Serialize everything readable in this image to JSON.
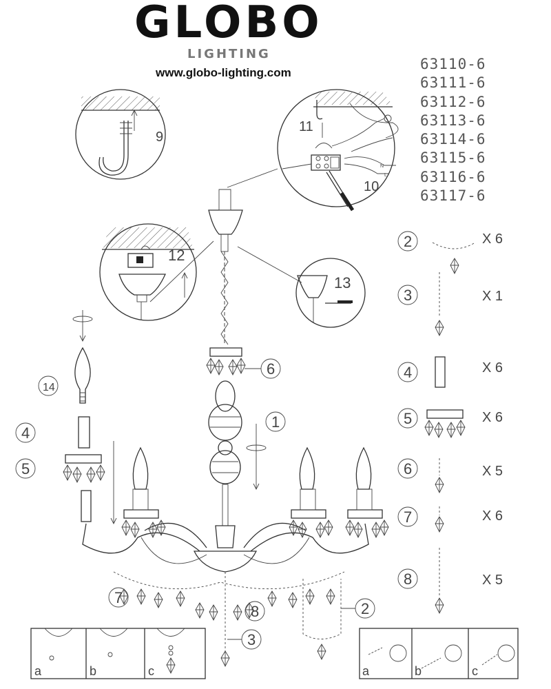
{
  "brand": {
    "name": "GLOBO",
    "sub": "LIGHTING",
    "url": "www.globo-lighting.com"
  },
  "models": [
    "63110-6",
    "63111-6",
    "63112-6",
    "63113-6",
    "63114-6",
    "63115-6",
    "63116-6",
    "63117-6"
  ],
  "steps": {
    "s9": "9",
    "s10": "10",
    "s11": "11",
    "s12": "12",
    "s13": "13",
    "s14": "14",
    "s1": "1",
    "s4": "4",
    "s5": "5",
    "s6": "6",
    "s7": "7",
    "s8": "8",
    "s3": "3",
    "s2": "2"
  },
  "wire_labels": {
    "neutral": "N",
    "live": "L"
  },
  "parts": [
    {
      "number": "2",
      "qty": "X 6"
    },
    {
      "number": "3",
      "qty": "X 1"
    },
    {
      "number": "4",
      "qty": "X 6"
    },
    {
      "number": "5",
      "qty": "X 6"
    },
    {
      "number": "6",
      "qty": "X 5"
    },
    {
      "number": "7",
      "qty": "X 6"
    },
    {
      "number": "8",
      "qty": "X 5"
    }
  ],
  "detail_boxes": {
    "left": [
      "a",
      "b",
      "c"
    ],
    "right": [
      "a",
      "b",
      "c"
    ]
  }
}
